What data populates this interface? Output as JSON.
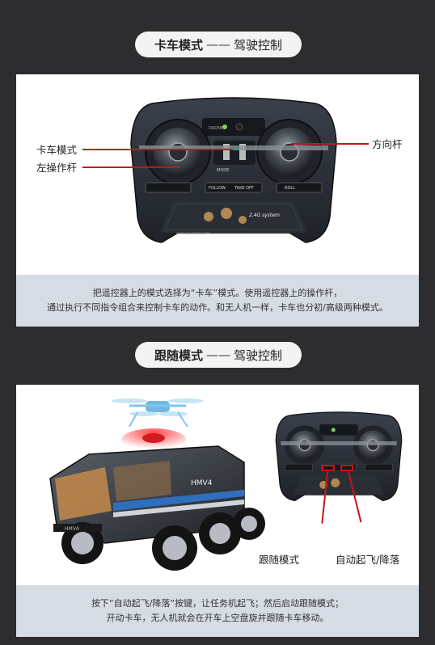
{
  "section1": {
    "title_bold": "卡车模式",
    "title_sep": "——",
    "title_sub": "驾驶控制",
    "labels": {
      "truck_mode": "卡车模式",
      "left_stick": "左操作杆",
      "direction_stick": "方向杆"
    },
    "caption_lines": [
      "把遥控器上的模式选择为“卡车”模式。使用遥控器上的操作杆，",
      "通过执行不同指令组合来控制卡车的动作。和无人机一样，卡车也分初/高级两种模式。"
    ]
  },
  "section2": {
    "title_bold": "跟随模式",
    "title_sep": "——",
    "title_sub": "驾驶控制",
    "labels": {
      "follow_mode": "跟随模式",
      "auto_takeoff_land": "自动起飞/降落"
    },
    "caption_lines": [
      "按下“自动起飞/降落”按键，让任务机起飞；然后启动跟随模式；",
      "开动卡车，无人机就会在开车上空盘旋并跟随卡车移动。"
    ]
  },
  "controller": {
    "text_follow": "FOLLOW",
    "text_take_off": "TAKE OFF",
    "text_roll": "ROLL",
    "text_mode": "MODE",
    "text_drone": "DRONE",
    "text_system": "2.4G system",
    "text_url": "www.skycontrol.com"
  },
  "truck": {
    "side_text": "HMV4",
    "front_text": "HMV4"
  },
  "colors": {
    "background": "#2d2d2f",
    "pill": "#f3f3f3",
    "caption_bg": "#d6dce4",
    "accent_red": "#c8141a",
    "controller_body": "#2b3038"
  }
}
